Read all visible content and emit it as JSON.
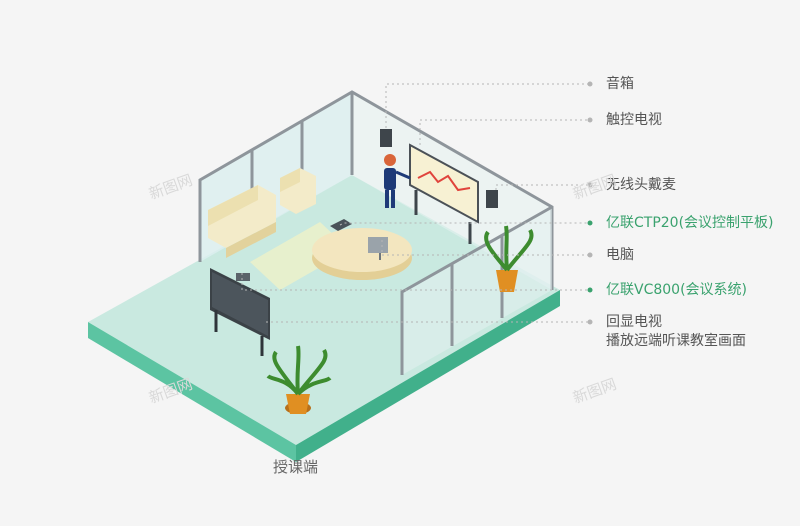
{
  "callouts": [
    {
      "text": "音箱",
      "color": "#555555"
    },
    {
      "text": "触控电视",
      "color": "#555555"
    },
    {
      "text": "无线头戴麦",
      "color": "#555555"
    },
    {
      "text": "亿联CTP20(会议控制平板)",
      "color": "#3aa26e"
    },
    {
      "text": "电脑",
      "color": "#555555"
    },
    {
      "text": "亿联VC800(会议系统)",
      "color": "#3aa26e"
    },
    {
      "text": "回显电视",
      "color": "#555555"
    },
    {
      "text": "播放远端听课教室画面",
      "color": "#555555"
    }
  ],
  "caption": "授课端",
  "watermark": "新图网",
  "colors": {
    "floor": "#c7e6de",
    "platform_side": "#5bc3a1",
    "platform_front": "#3fae8a",
    "glass": "#dbeeee",
    "frame": "#8e959b",
    "accent_green": "#3aa26e"
  }
}
